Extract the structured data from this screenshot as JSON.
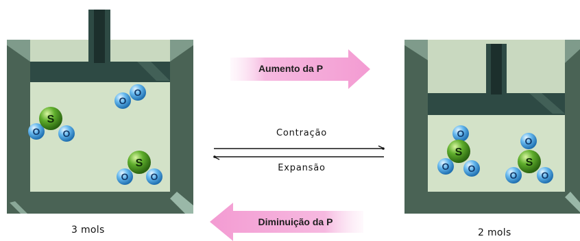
{
  "diagram": {
    "left_container": {
      "caption": "3 mols"
    },
    "right_container": {
      "caption": "2 mols"
    },
    "forward_arrow": {
      "label": "Aumento da P"
    },
    "backward_arrow": {
      "label": "Diminuição da P"
    },
    "equilibrium": {
      "forward_label": "Contração",
      "backward_label": "Expansão"
    },
    "atoms": {
      "sulfur": "S",
      "oxygen": "O"
    },
    "colors": {
      "wall": "#4a6355",
      "wall_highlight": "#9ab8a8",
      "interior": "#d3e2c8",
      "piston": "#2e4a44",
      "rod": "#1c2f2c",
      "sulfur": "#4d9a22",
      "oxygen": "#4fa6e2",
      "arrow_fill": "#f4a3d6"
    }
  }
}
